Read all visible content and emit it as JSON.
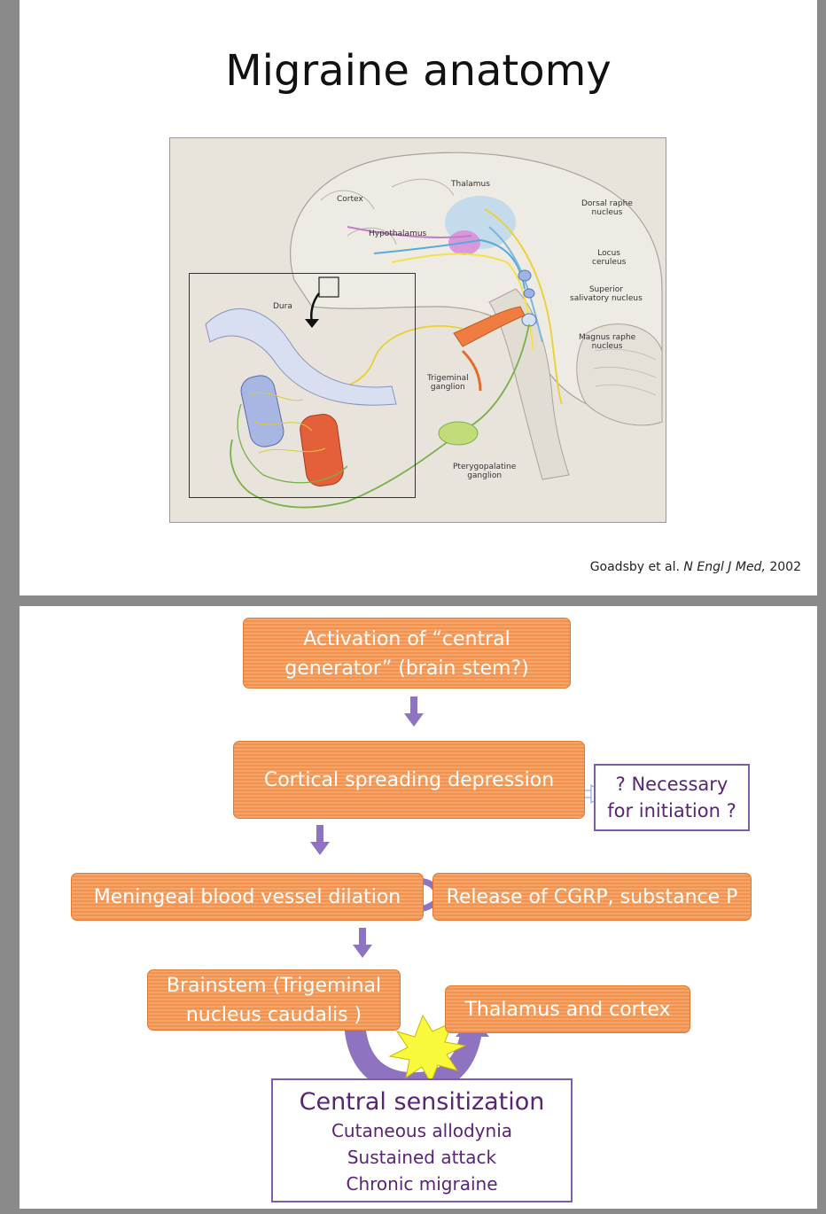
{
  "slide1": {
    "title": "Migraine anatomy",
    "figure_labels": {
      "cortex": "Cortex",
      "thalamus": "Thalamus",
      "hypothalamus": "Hypothalamus",
      "dorsal_raphe_1": "Dorsal raphe",
      "dorsal_raphe_2": "nucleus",
      "locus_1": "Locus",
      "locus_2": "ceruleus",
      "superior_1": "Superior",
      "superior_2": "salivatory nucleus",
      "magnus_1": "Magnus raphe",
      "magnus_2": "nucleus",
      "dura": "Dura",
      "trigeminal_1": "Trigeminal",
      "trigeminal_2": "ganglion",
      "ptery_1": "Pterygopalatine",
      "ptery_2": "ganglion"
    },
    "citation": {
      "authors": "Goadsby et al.",
      "journal": "N Engl J Med,",
      "year": "2002"
    }
  },
  "slide2": {
    "steps": {
      "central_generator_1": "Activation of “central",
      "central_generator_2": "generator” (brain stem?)",
      "csd": "Cortical spreading depression",
      "meningeal": "Meningeal blood vessel dilation",
      "cgrp": "Release of CGRP, substance P",
      "brainstem_1": "Brainstem (Trigeminal",
      "brainstem_2": "nucleus caudalis )",
      "thalamus_cortex": "Thalamus and cortex"
    },
    "necessary_note": {
      "line1": "? Necessary",
      "line2": "for initiation ?"
    },
    "central_sensitization": {
      "title": "Central sensitization",
      "items": [
        "Cutaneous allodynia",
        "Sustained attack",
        "Chronic migraine"
      ]
    },
    "colors": {
      "box_fill": "#f39a5a",
      "arrow_purple": "#8e74c0",
      "text_purple": "#5a2474",
      "star_yellow": "#f7f93a"
    }
  }
}
